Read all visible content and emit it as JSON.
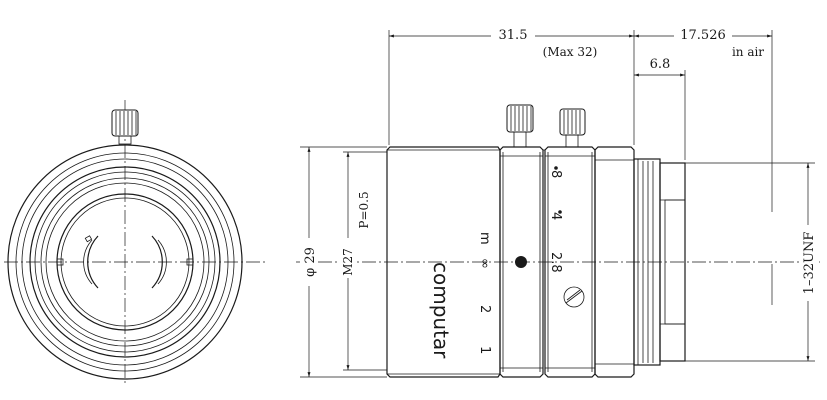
{
  "dimensions": {
    "total_length": "31.5",
    "total_length_max": "(Max 32)",
    "back_focus": "17.526",
    "back_focus_note": "in air",
    "flange_depth": "6.8",
    "outer_diameter": "φ 29",
    "filter_thread": "M27",
    "filter_pitch": "P=0.5",
    "mount_thread": "1–32UNF"
  },
  "lens_markings": {
    "brand": "computar",
    "focus_unit": "m",
    "focus_scale": [
      "∞",
      "2",
      "1"
    ],
    "iris_scale": [
      "8",
      "4",
      "2.8"
    ]
  },
  "colors": {
    "line": "#1a1a1a",
    "background": "#ffffff"
  }
}
